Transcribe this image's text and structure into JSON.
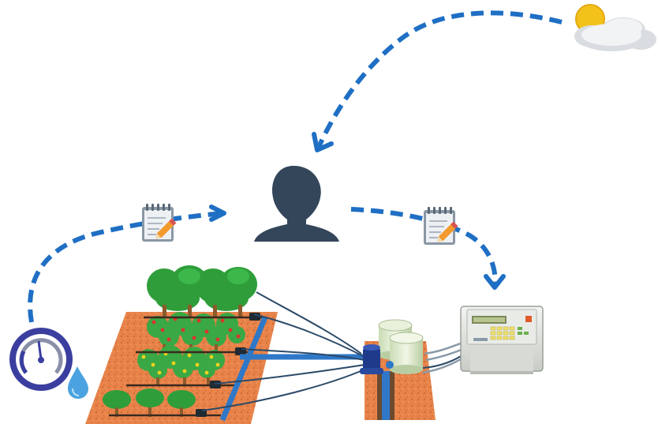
{
  "diagram": {
    "nodes": [
      {
        "id": "weather",
        "icon": "sun-cloud-icon"
      },
      {
        "id": "farmer",
        "icon": "person-icon"
      },
      {
        "id": "soil-sensor",
        "icon": "moisture-gauge-icon"
      },
      {
        "id": "note-left",
        "icon": "notepad-pencil-icon"
      },
      {
        "id": "note-right",
        "icon": "notepad-pencil-icon"
      },
      {
        "id": "orchard",
        "icon": "orchard-field-icon"
      },
      {
        "id": "pump-station",
        "icon": "water-tanks-pump-icon"
      },
      {
        "id": "controller",
        "icon": "irrigation-controller-icon"
      }
    ],
    "edges": [
      {
        "from": "weather",
        "to": "farmer",
        "style": "dashed-arrow"
      },
      {
        "from": "soil-sensor",
        "to": "farmer",
        "style": "dashed-arrow"
      },
      {
        "from": "farmer",
        "to": "controller",
        "style": "dashed-arrow"
      }
    ],
    "colors": {
      "arrow": "#1f6fc4",
      "person": "#34465a",
      "soil": "#e8834a",
      "tree": "#2f9e3a",
      "pipe": "#2f78c8",
      "gauge": "#3a3f9f"
    }
  }
}
